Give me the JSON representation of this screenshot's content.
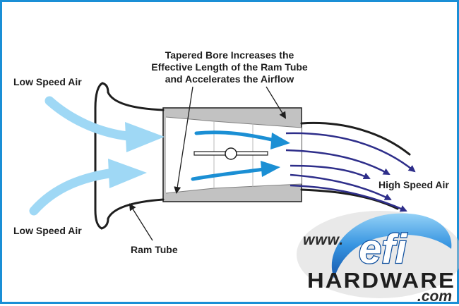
{
  "labels": {
    "low_speed_air_top": "Low Speed Air",
    "low_speed_air_bottom": "Low Speed Air",
    "high_speed_air": "High Speed Air",
    "ram_tube": "Ram Tube",
    "tapered_bore_line1": "Tapered Bore Increases the",
    "tapered_bore_line2": "Effective Length of the Ram Tube",
    "tapered_bore_line3": "and Accelerates the Airflow"
  },
  "logo": {
    "www": "www.",
    "efi": "efi",
    "hardware": "HARDWARE",
    "com": ".com"
  },
  "colors": {
    "border": "#1a8fd6",
    "low_speed_arrow": "#9fd8f5",
    "mid_arrow": "#1b8fd4",
    "high_speed_arrow": "#2e2e8a",
    "throttle_body": "#c2c2c2",
    "tube_outline": "#1e1e1e"
  }
}
